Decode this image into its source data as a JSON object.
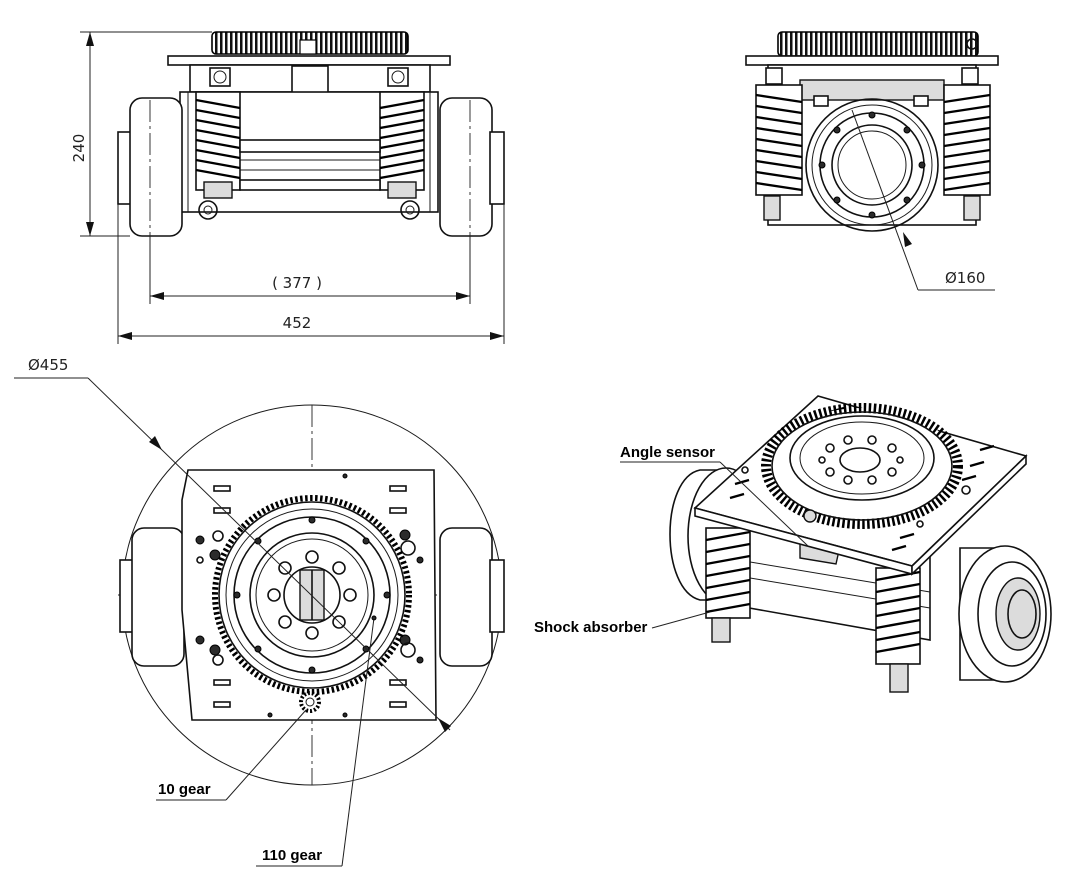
{
  "dimensions": {
    "height": "240",
    "wheel_span": "( 377 )",
    "overall_width": "452",
    "flange_diameter": "Ø160",
    "turning_diameter": "Ø455"
  },
  "labels": {
    "angle_sensor": "Angle sensor",
    "shock_absorber": "Shock absorber",
    "small_gear": "10 gear",
    "large_gear": "110 gear"
  },
  "colors": {
    "line": "#111111",
    "background": "#ffffff",
    "part_fill_grey": "#dcdcdc"
  }
}
